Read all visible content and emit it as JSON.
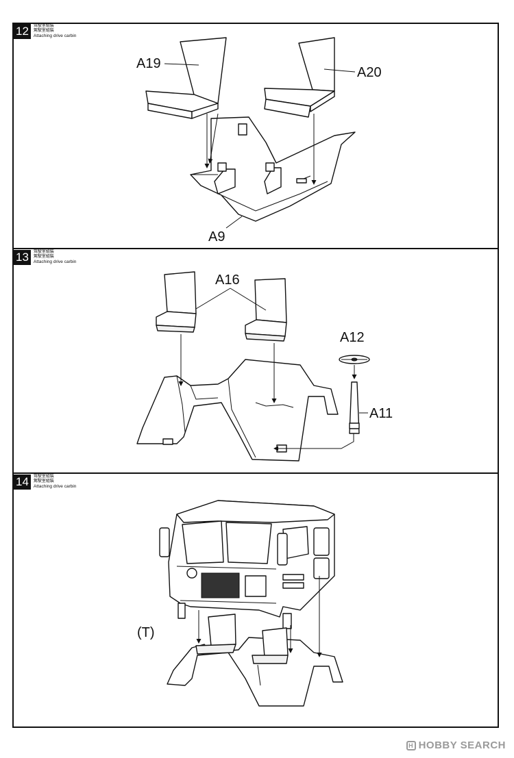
{
  "steps": [
    {
      "number": "12",
      "text_cn1": "驾駛室組裝",
      "text_cn2": "駕駛室組裝",
      "text_en": "Attaching drive carbin",
      "labels": {
        "seat_left": "A19",
        "seat_right": "A20",
        "floor": "A9"
      }
    },
    {
      "number": "13",
      "text_cn1": "驾駛室組裝",
      "text_cn2": "駕駛室組裝",
      "text_en": "Attaching drive carbin",
      "labels": {
        "seats": "A16",
        "wheel": "A12",
        "column": "A11"
      }
    },
    {
      "number": "14",
      "text_cn1": "驾駛室組裝",
      "text_cn2": "駕駛室組裝",
      "text_en": "Attaching drive carbin",
      "labels": {
        "transparent": "(T)"
      }
    }
  ],
  "watermark": {
    "logo": "H",
    "text": "HOBBY SEARCH"
  }
}
